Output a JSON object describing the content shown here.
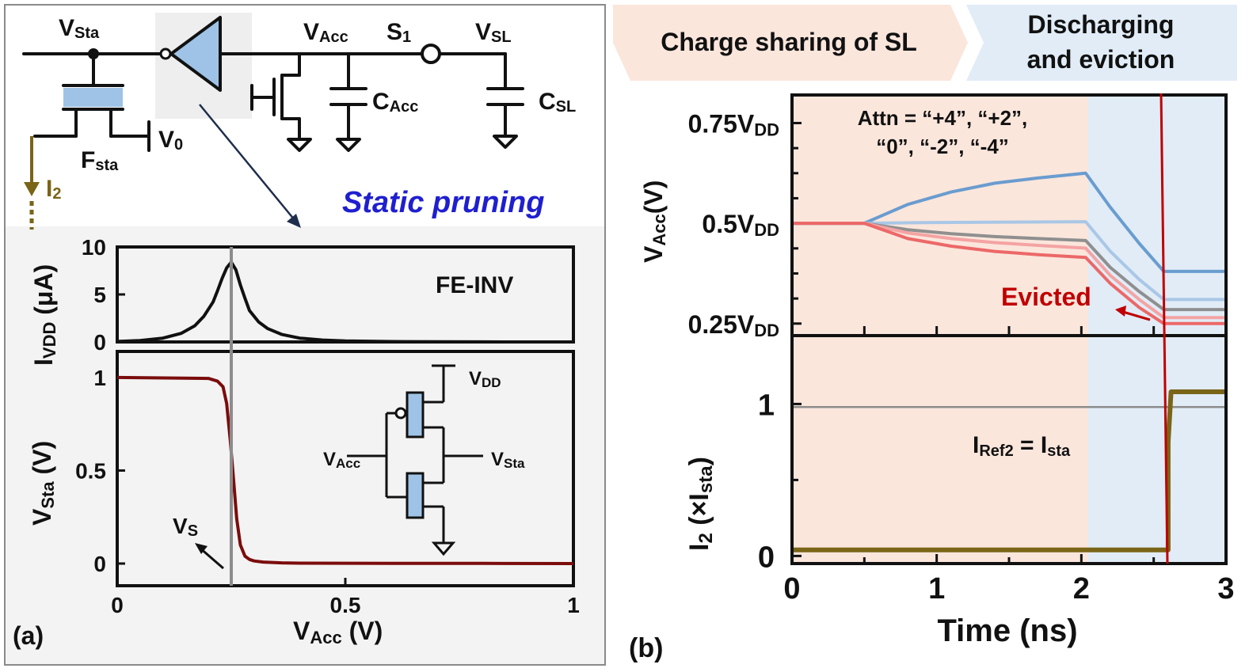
{
  "colors": {
    "charge_bg": "#fbe6dc",
    "evict_bg": "#e1ecf7",
    "panel_a_bg": "#f3f3f3",
    "cap_blue": "#9ec3e6",
    "dark_red": "#7b0c0c",
    "evict_red": "#c00000",
    "olive": "#7a6417",
    "gray_line": "#8c8c8c",
    "pruning_blue": "#1f1fd0"
  },
  "panel_a": {
    "label": "(a)",
    "pruning_text": "Static pruning",
    "nodes": {
      "v_sta": {
        "main": "V",
        "sub": "Sta"
      },
      "v_acc": {
        "main": "V",
        "sub": "Acc"
      },
      "s1": {
        "main": "S",
        "sub": "1"
      },
      "v_sl": {
        "main": "V",
        "sub": "SL"
      },
      "c_acc": {
        "main": "C",
        "sub": "Acc"
      },
      "c_sl": {
        "main": "C",
        "sub": "SL"
      },
      "v0": {
        "main": "V",
        "sub": "0"
      },
      "f_sta": {
        "main": "F",
        "sub": "sta"
      },
      "i2": {
        "main": "I",
        "sub": "2"
      }
    },
    "inverter": {
      "vdd": {
        "main": "V",
        "sub": "DD"
      },
      "vin": {
        "main": "V",
        "sub": "Acc"
      },
      "vout": {
        "main": "V",
        "sub": "Sta"
      }
    }
  },
  "panel_b": {
    "label": "(b)",
    "phase_labels": {
      "charge": "Charge sharing of SL",
      "evict_line1": "Discharging",
      "evict_line2": "and eviction"
    },
    "attn_line1": "Attn = “+4”, “+2”,",
    "attn_line2": "“0”, “-2”, “-4”",
    "evicted_label": "Evicted",
    "iref_label": {
      "main": "I",
      "sub": "Ref2",
      "eq": " = I",
      "sub2": "sta"
    }
  },
  "chart_data": [
    {
      "id": "ivdd",
      "type": "line",
      "legend_text": "FE-INV",
      "ylabel": {
        "main": "I",
        "sub": "VDD",
        "rest": " (μA)"
      },
      "xlim": [
        0,
        1
      ],
      "ylim": [
        0,
        10
      ],
      "yticks": [
        0,
        5,
        10
      ],
      "ytick_labels": [
        "0",
        "5",
        "10"
      ],
      "series": [
        {
          "x": [
            0.0,
            0.05,
            0.1,
            0.14,
            0.17,
            0.19,
            0.21,
            0.22,
            0.23,
            0.24,
            0.25,
            0.26,
            0.27,
            0.28,
            0.29,
            0.31,
            0.33,
            0.36,
            0.4,
            0.45,
            0.5,
            0.6,
            0.7,
            0.8,
            0.9,
            1.0
          ],
          "y": [
            0.05,
            0.15,
            0.4,
            0.9,
            1.7,
            2.7,
            4.2,
            5.4,
            6.7,
            7.8,
            8.4,
            7.6,
            6.0,
            4.6,
            3.3,
            2.1,
            1.4,
            0.8,
            0.4,
            0.2,
            0.1,
            0.04,
            0.02,
            0.01,
            0.0,
            0.0
          ]
        }
      ]
    },
    {
      "id": "vsta",
      "type": "line",
      "xlabel": {
        "main": "V",
        "sub": "Acc",
        "rest": " (V)"
      },
      "ylabel": {
        "main": "V",
        "sub": "Sta",
        "rest": " (V)"
      },
      "xlim": [
        0,
        1
      ],
      "ylim": [
        0,
        1
      ],
      "xticks": [
        0,
        0.5,
        1
      ],
      "xtick_labels": [
        "0",
        "0.5",
        "1"
      ],
      "yticks": [
        0,
        0.5,
        1
      ],
      "ytick_labels": [
        "0",
        "0.5",
        "1"
      ],
      "vline_x": 0.25,
      "vs_label": {
        "main": "V",
        "sub": "S"
      },
      "series": [
        {
          "x": [
            0.0,
            0.2,
            0.22,
            0.232,
            0.24,
            0.248,
            0.255,
            0.262,
            0.27,
            0.28,
            0.29,
            0.3,
            0.32,
            0.36,
            0.4,
            0.6,
            0.8,
            1.0
          ],
          "y": [
            1.0,
            0.995,
            0.98,
            0.95,
            0.86,
            0.66,
            0.45,
            0.24,
            0.1,
            0.04,
            0.022,
            0.014,
            0.008,
            0.004,
            0.002,
            0.001,
            0.001,
            0.0
          ]
        }
      ]
    },
    {
      "id": "vacc_time",
      "type": "line",
      "ylabel": {
        "main": "V",
        "sub": "Acc",
        "rest": "(V)"
      },
      "xlim": [
        0,
        3
      ],
      "ylim": [
        0.22,
        0.82
      ],
      "yticks": [
        0.25,
        0.5,
        0.75
      ],
      "ytick_labels": [
        {
          "main": "0.25V",
          "sub": "DD"
        },
        {
          "main": "0.5V",
          "sub": "DD"
        },
        {
          "main": "0.75V",
          "sub": "DD"
        }
      ],
      "series": [
        {
          "color": "#6a9ccf",
          "x": [
            0,
            0.5,
            0.8,
            1.1,
            1.4,
            1.7,
            2.03,
            2.2,
            2.4,
            2.57,
            3.0
          ],
          "y": [
            0.5,
            0.5,
            0.547,
            0.578,
            0.6,
            0.613,
            0.625,
            0.54,
            0.45,
            0.38,
            0.38
          ]
        },
        {
          "color": "#a9c7e6",
          "x": [
            0,
            0.5,
            1.0,
            1.5,
            2.03,
            2.2,
            2.4,
            2.57,
            3.0
          ],
          "y": [
            0.5,
            0.5,
            0.502,
            0.503,
            0.504,
            0.43,
            0.36,
            0.31,
            0.31
          ]
        },
        {
          "color": "#8f8f8f",
          "x": [
            0,
            0.5,
            0.8,
            1.1,
            1.4,
            1.7,
            2.03,
            2.2,
            2.4,
            2.57,
            3.0
          ],
          "y": [
            0.5,
            0.5,
            0.484,
            0.474,
            0.467,
            0.462,
            0.457,
            0.39,
            0.33,
            0.285,
            0.285
          ]
        },
        {
          "color": "#f4a3a3",
          "x": [
            0,
            0.5,
            0.8,
            1.1,
            1.4,
            1.7,
            2.03,
            2.2,
            2.4,
            2.57,
            3.0
          ],
          "y": [
            0.5,
            0.5,
            0.476,
            0.462,
            0.452,
            0.445,
            0.438,
            0.37,
            0.31,
            0.265,
            0.265
          ]
        },
        {
          "color": "#ec6868",
          "x": [
            0,
            0.5,
            0.8,
            1.1,
            1.4,
            1.7,
            2.03,
            2.2,
            2.4,
            2.57,
            3.0
          ],
          "y": [
            0.5,
            0.5,
            0.462,
            0.443,
            0.43,
            0.422,
            0.415,
            0.35,
            0.29,
            0.25,
            0.25
          ]
        }
      ]
    },
    {
      "id": "i2_time",
      "type": "line",
      "xlabel": "Time (ns)",
      "ylabel": {
        "main": "I",
        "sub": "2",
        "rest": " (×I",
        "sub2": "sta",
        "rest2": ")"
      },
      "xlim": [
        0,
        3
      ],
      "ylim": [
        -0.05,
        1.45
      ],
      "xticks": [
        0,
        1,
        2,
        3
      ],
      "xtick_labels": [
        "0",
        "1",
        "2",
        "3"
      ],
      "yticks": [
        0,
        1
      ],
      "ytick_labels": [
        "0",
        "1"
      ],
      "ref_y": 0.98,
      "series": [
        {
          "color": "#7a6417",
          "x": [
            0,
            2.6,
            2.6,
            2.62,
            2.62,
            3.0
          ],
          "y": [
            0.04,
            0.04,
            0.75,
            1.08,
            1.08,
            1.08
          ]
        }
      ]
    }
  ]
}
